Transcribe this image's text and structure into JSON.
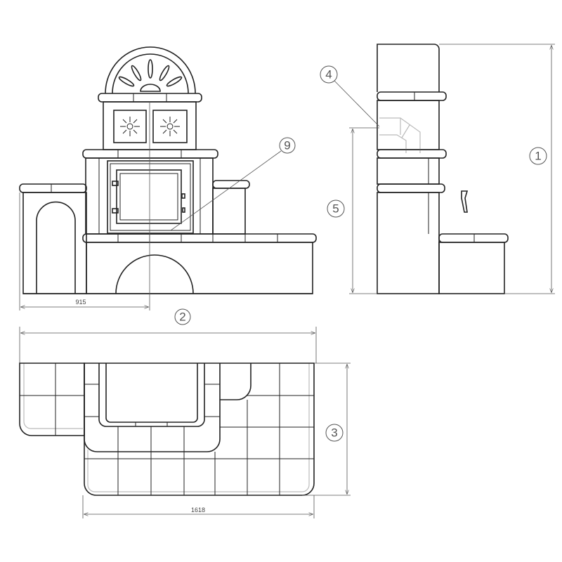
{
  "drawing": {
    "front_view": {
      "callout": "9",
      "dimension_offset": "915"
    },
    "side_view": {
      "callouts": [
        "4",
        "5",
        "1"
      ]
    },
    "plan_view": {
      "callouts": [
        "2",
        "3"
      ],
      "dimension_width": "1618"
    }
  }
}
